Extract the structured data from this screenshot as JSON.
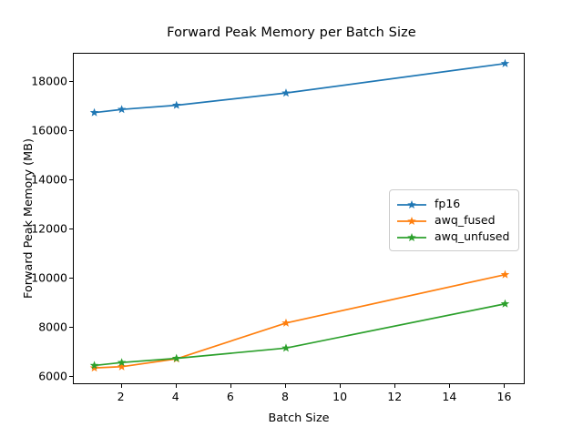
{
  "chart_data": {
    "type": "line",
    "title": "Forward Peak Memory per Batch Size",
    "xlabel": "Batch Size",
    "ylabel": "Forward Peak Memory (MB)",
    "xlim": [
      0.25,
      16.75
    ],
    "ylim": [
      5650,
      19150
    ],
    "grid": false,
    "legend_position": "center right",
    "marker": "star",
    "xticks": [
      2,
      4,
      6,
      8,
      10,
      12,
      14,
      16
    ],
    "yticks": [
      6000,
      8000,
      10000,
      12000,
      14000,
      16000,
      18000
    ],
    "x": [
      1,
      2,
      4,
      8,
      16
    ],
    "series": [
      {
        "name": "fp16",
        "color": "#1f77b4",
        "values": [
          16750,
          16880,
          17050,
          17550,
          18750
        ]
      },
      {
        "name": "awq_fused",
        "color": "#ff7f0e",
        "values": [
          6350,
          6400,
          6720,
          8180,
          10150
        ]
      },
      {
        "name": "awq_unfused",
        "color": "#2ca02c",
        "values": [
          6450,
          6570,
          6740,
          7160,
          8960
        ]
      }
    ]
  },
  "legend": {
    "entries": [
      "fp16",
      "awq_fused",
      "awq_unfused"
    ]
  }
}
